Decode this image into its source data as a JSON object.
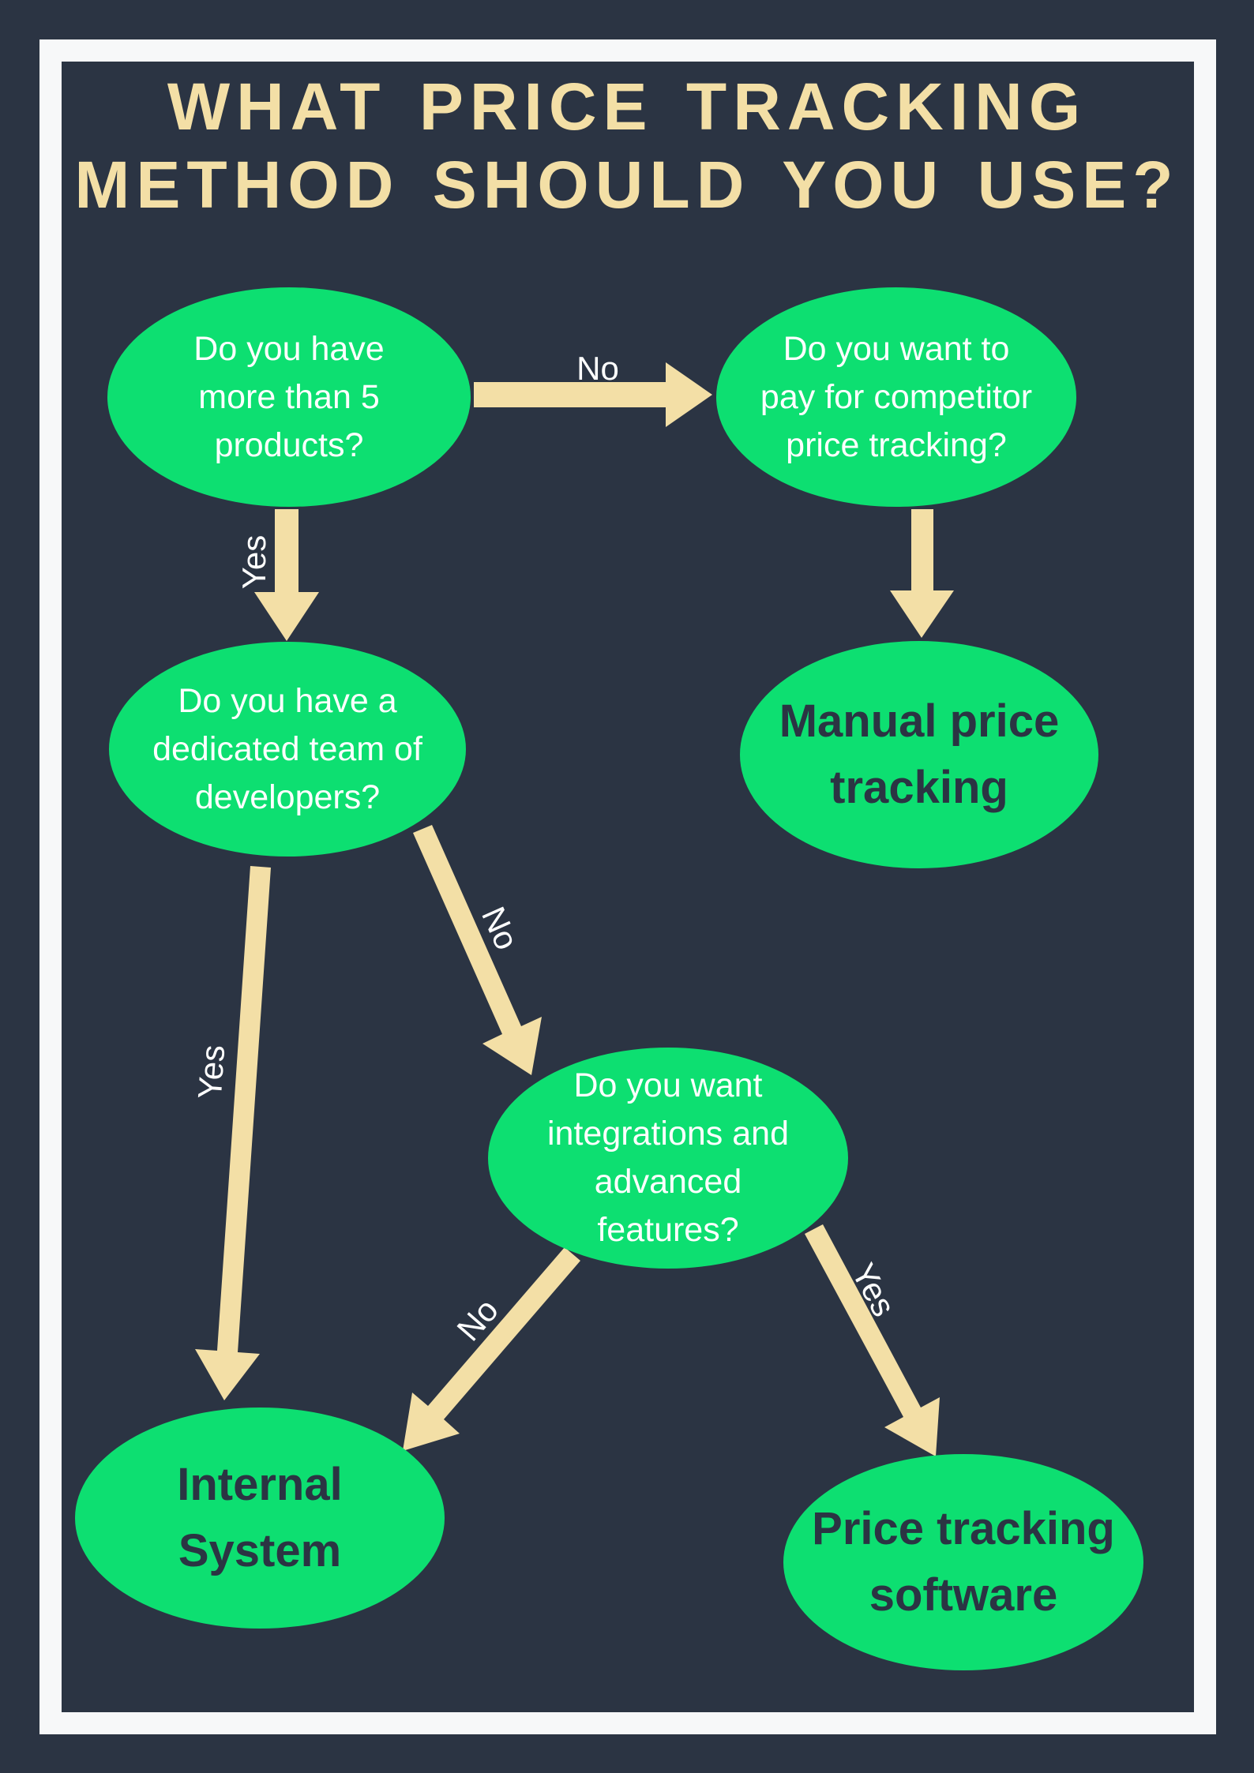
{
  "title": {
    "line1": "WHAT PRICE TRACKING",
    "line2": "METHOD SHOULD YOU USE?"
  },
  "nodes": {
    "q_products": {
      "lines": [
        "Do you have",
        "more than 5",
        "products?"
      ]
    },
    "q_pay": {
      "lines": [
        "Do you want to",
        "pay for competitor",
        "price tracking?"
      ]
    },
    "q_devteam": {
      "lines": [
        "Do you have a",
        "dedicated team of",
        "developers?"
      ]
    },
    "q_integrations": {
      "lines": [
        "Do you want",
        "integrations and",
        "advanced",
        "features?"
      ]
    },
    "r_manual": {
      "lines": [
        "Manual price",
        "tracking"
      ]
    },
    "r_internal": {
      "lines": [
        "Internal",
        "System"
      ]
    },
    "r_software": {
      "lines": [
        "Price tracking",
        "software"
      ]
    }
  },
  "edges": {
    "products_to_pay": {
      "label": "No"
    },
    "products_to_devteam": {
      "label": "Yes"
    },
    "pay_to_manual": {
      "label": ""
    },
    "devteam_to_internal": {
      "label": "Yes"
    },
    "devteam_to_integrations": {
      "label": "No"
    },
    "integrations_to_internal": {
      "label": "No"
    },
    "integrations_to_software": {
      "label": "Yes"
    }
  },
  "colors": {
    "background": "#2b3443",
    "panel_frame": "#f7f8f9",
    "node_fill": "#0ddf71",
    "arrow": "#f3dfa6",
    "question_text": "#ffffff",
    "result_text": "#2b3443",
    "title_text": "#f3dfa6"
  }
}
